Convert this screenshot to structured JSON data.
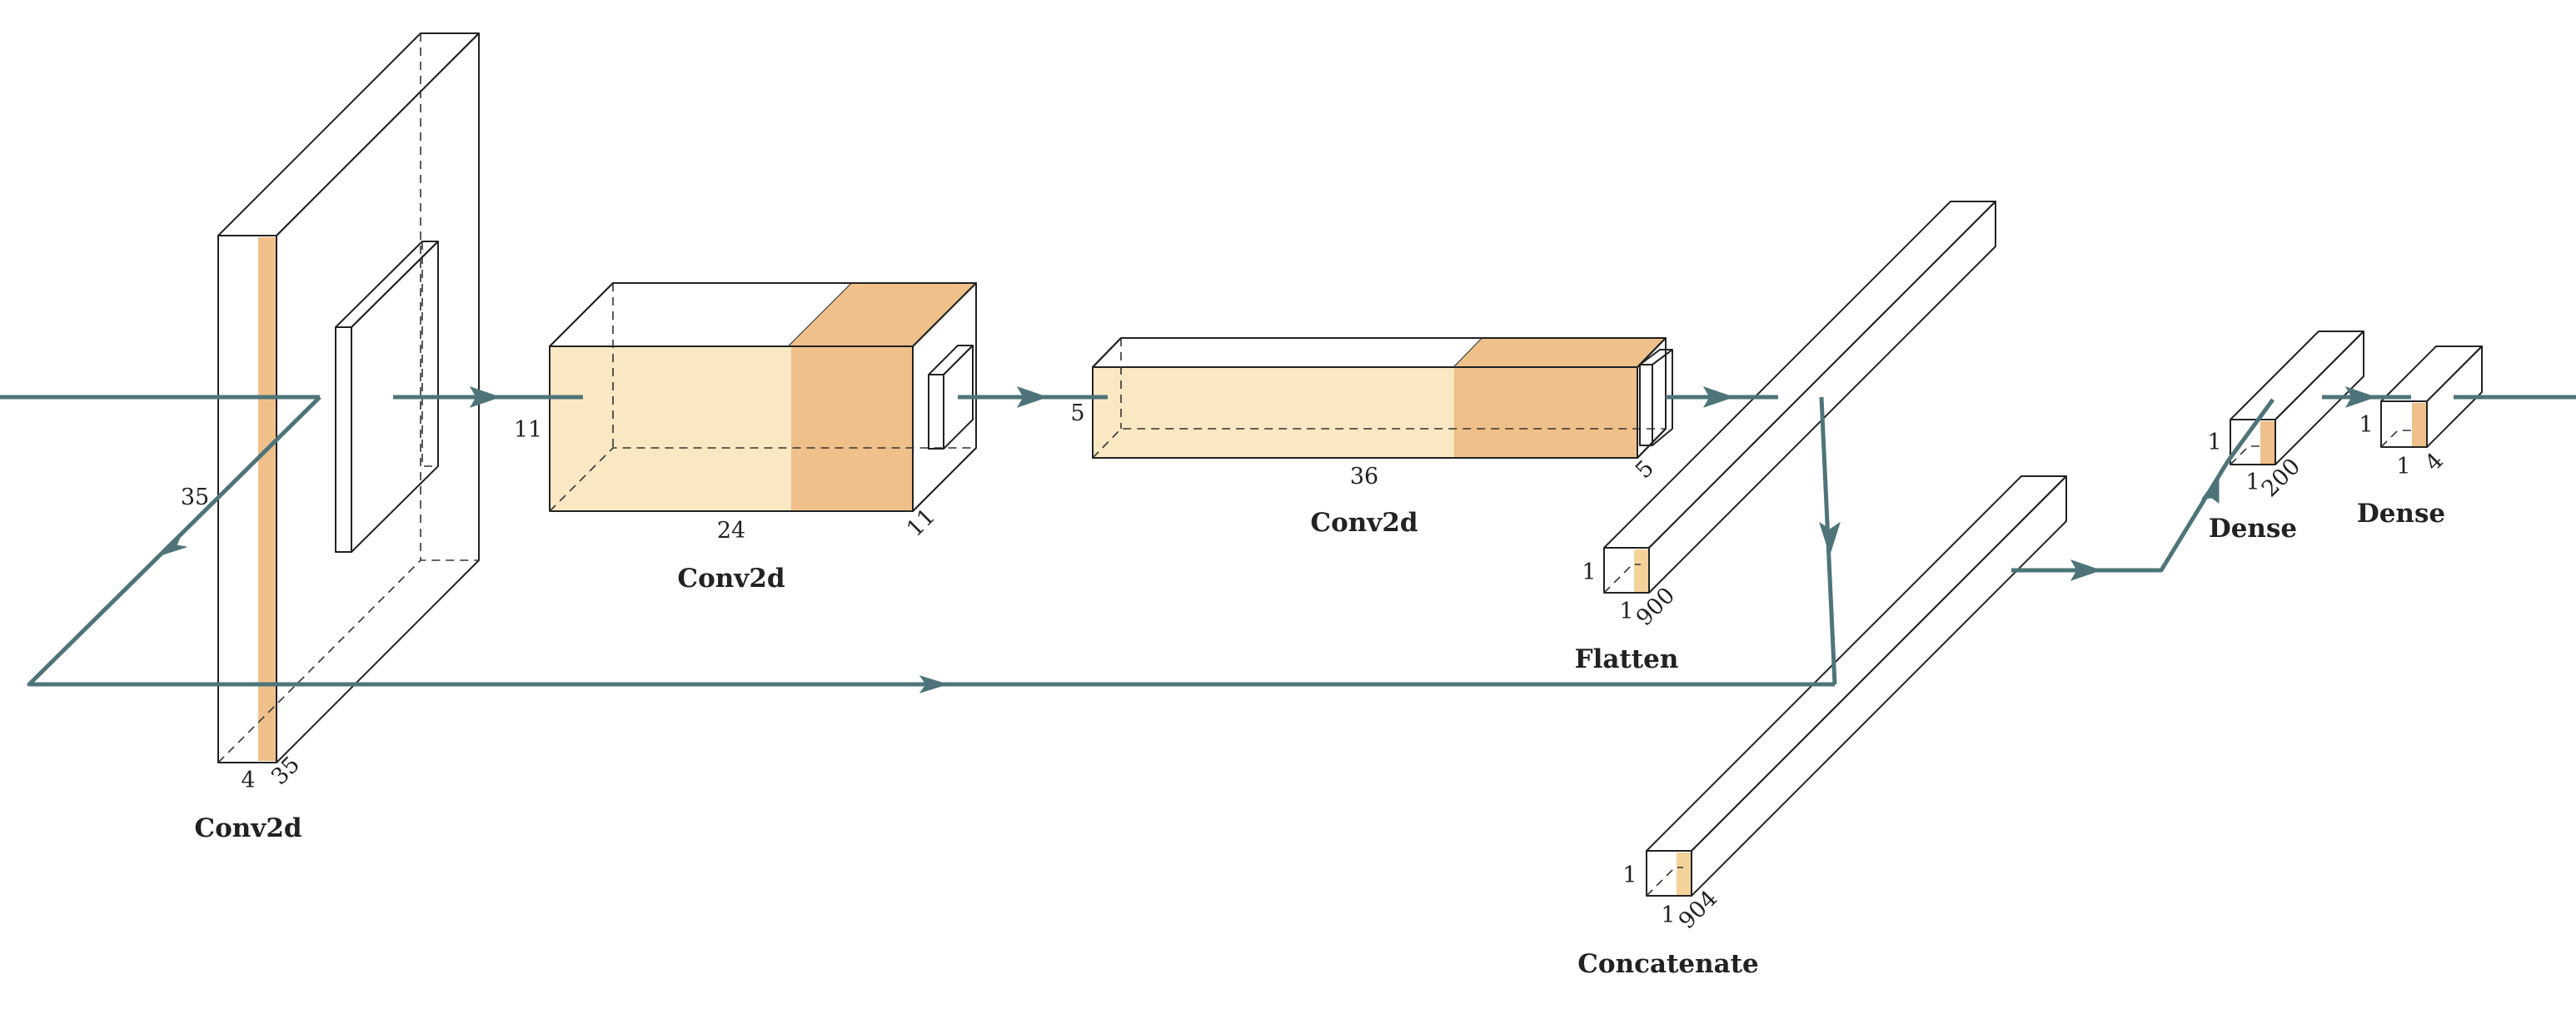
{
  "colors": {
    "light": "#F9E8C2",
    "mid": "#F4D39B",
    "dark": "#F0C08A",
    "kernel": "#CB5C47",
    "kernel_side": "#A54434",
    "connector": "#4E7479"
  },
  "layers": [
    {
      "id": "conv1",
      "caption": "Conv2d",
      "dims": [
        "35",
        "4",
        "35"
      ]
    },
    {
      "id": "conv2",
      "caption": "Conv2d",
      "dims": [
        "11",
        "24",
        "11"
      ]
    },
    {
      "id": "conv3",
      "caption": "Conv2d",
      "dims": [
        "5",
        "36",
        "5"
      ]
    },
    {
      "id": "flatten",
      "caption": "Flatten",
      "dims": [
        "1",
        "1",
        "900"
      ]
    },
    {
      "id": "concat",
      "caption": "Concatenate",
      "dims": [
        "1",
        "1",
        "904"
      ]
    },
    {
      "id": "dense1",
      "caption": "Dense",
      "dims": [
        "1",
        "1",
        "200"
      ]
    },
    {
      "id": "dense2",
      "caption": "Dense",
      "dims": [
        "1",
        "1",
        "4"
      ]
    }
  ]
}
